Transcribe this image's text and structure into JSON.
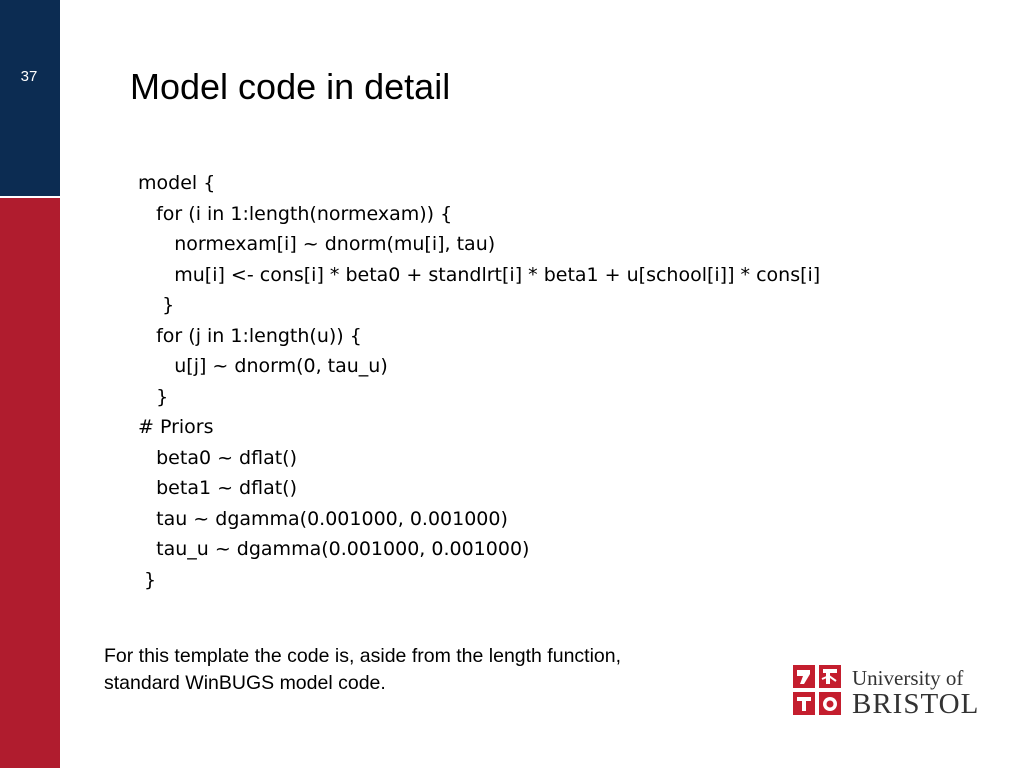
{
  "slide": {
    "number": "37",
    "title": "Model code in detail"
  },
  "code_lines": [
    "model {",
    "   for (i in 1:length(normexam)) {",
    "      normexam[i] ~ dnorm(mu[i], tau)",
    "      mu[i] <- cons[i] * beta0 + standlrt[i] * beta1 + u[school[i]] * cons[i]",
    "    }",
    "   for (j in 1:length(u)) {",
    "      u[j] ~ dnorm(0, tau_u)",
    "   }",
    "# Priors",
    "   beta0 ~ dflat()",
    "   beta1 ~ dflat()",
    "   tau ~ dgamma(0.001000, 0.001000)",
    "   tau_u ~ dgamma(0.001000, 0.001000)",
    " }"
  ],
  "note": {
    "line1": "For this template the code is, aside from the length function,",
    "line2": "standard WinBUGS model code."
  },
  "logo": {
    "line1": "University of",
    "line2": "BRISTOL",
    "color": "#c41e2e"
  },
  "colors": {
    "sidebar_top": "#0c2c52",
    "sidebar_bottom": "#b01c2e"
  }
}
